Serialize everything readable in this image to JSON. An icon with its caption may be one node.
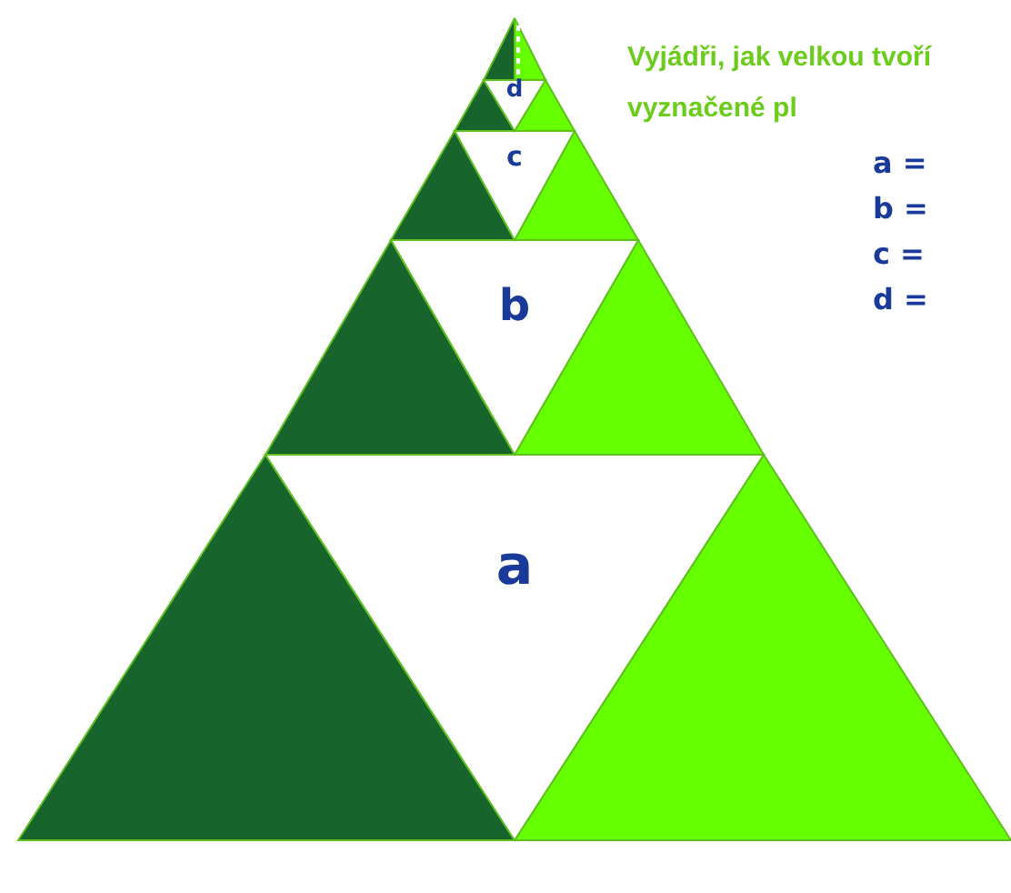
{
  "diagram": {
    "title": "Vyjádři, jak velkou tvoří vyznačené pl",
    "nodes": [
      {
        "text": [
          "a"
        ]
      },
      {
        "text": [
          "b"
        ]
      },
      {
        "text": [
          "c"
        ]
      },
      {
        "text": [
          "d"
        ]
      }
    ],
    "labels": [
      "a =",
      "b =",
      "c =",
      "d ="
    ]
  }
}
